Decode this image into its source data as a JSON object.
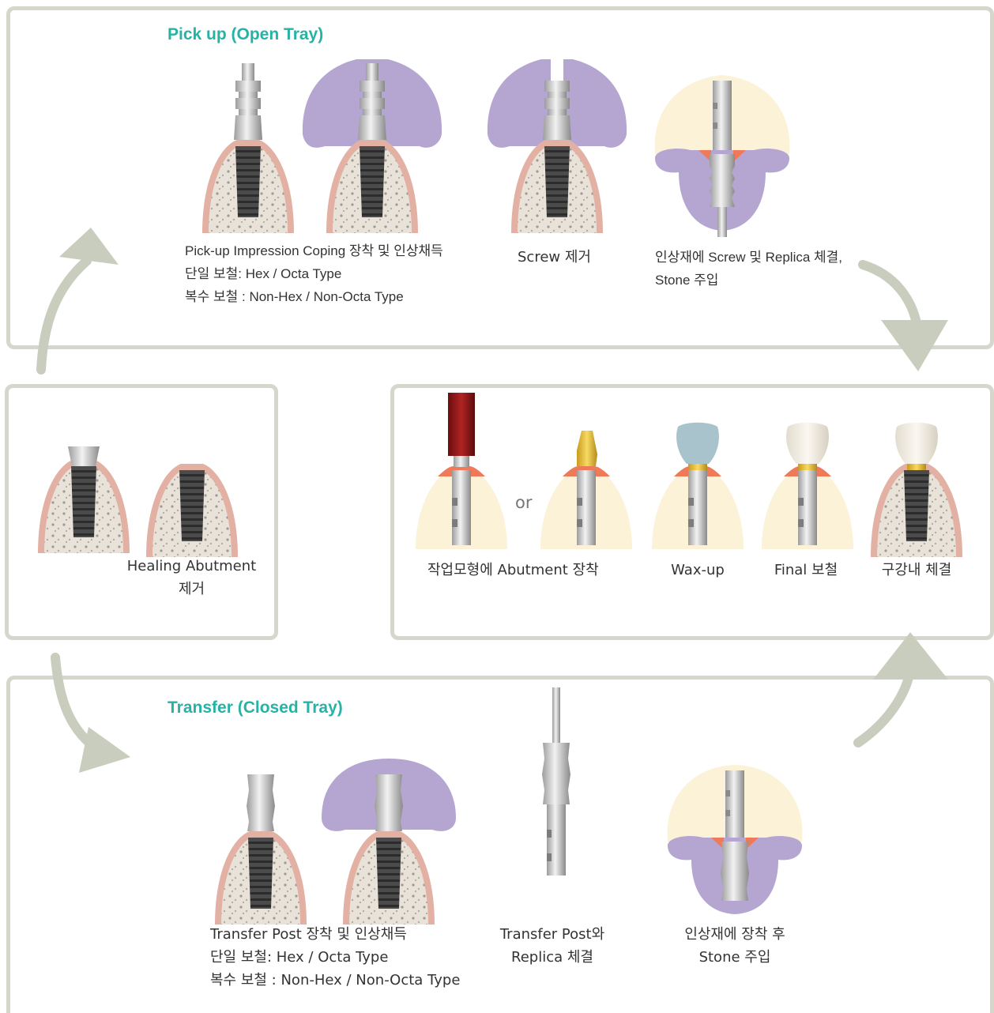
{
  "colors": {
    "heading": "#26b3a6",
    "panel_border": "#d6d6cc",
    "arrow": "#c9cdbd",
    "gum": "#e3b0a4",
    "bone": "#e8e2d8",
    "tray": "#b5a6d1",
    "stone": "#fcf2d8",
    "tissue": "#ef7a5a"
  },
  "open_tray": {
    "title": "Pick up (Open Tray)",
    "step1": {
      "line1": "Pick-up Impression Coping 장착 및 인상채득",
      "line2": "단일 보철: Hex / Octa Type",
      "line3": "복수 보철 : Non-Hex / Non-Octa Type"
    },
    "step2": "Screw 제거",
    "step3": {
      "line1": "인상재에 Screw 및 Replica 체결,",
      "line2": "Stone 주입"
    }
  },
  "healing": {
    "line1": "Healing Abutment",
    "line2": "제거"
  },
  "final": {
    "step1": "작업모형에 Abutment 장착",
    "or_label": "or",
    "step2": "Wax-up",
    "step3": "Final 보철",
    "step4": "구강내 체결"
  },
  "closed_tray": {
    "title": "Transfer (Closed Tray)",
    "step1": {
      "line1": "Transfer Post 장착 및 인상채득",
      "line2": "단일 보철: Hex / Octa Type",
      "line3": "복수 보철 : Non-Hex / Non-Octa Type"
    },
    "step2": {
      "line1": "Transfer Post와",
      "line2": "Replica 체결"
    },
    "step3": {
      "line1": "인상재에 장착 후",
      "line2": "Stone 주입"
    }
  }
}
